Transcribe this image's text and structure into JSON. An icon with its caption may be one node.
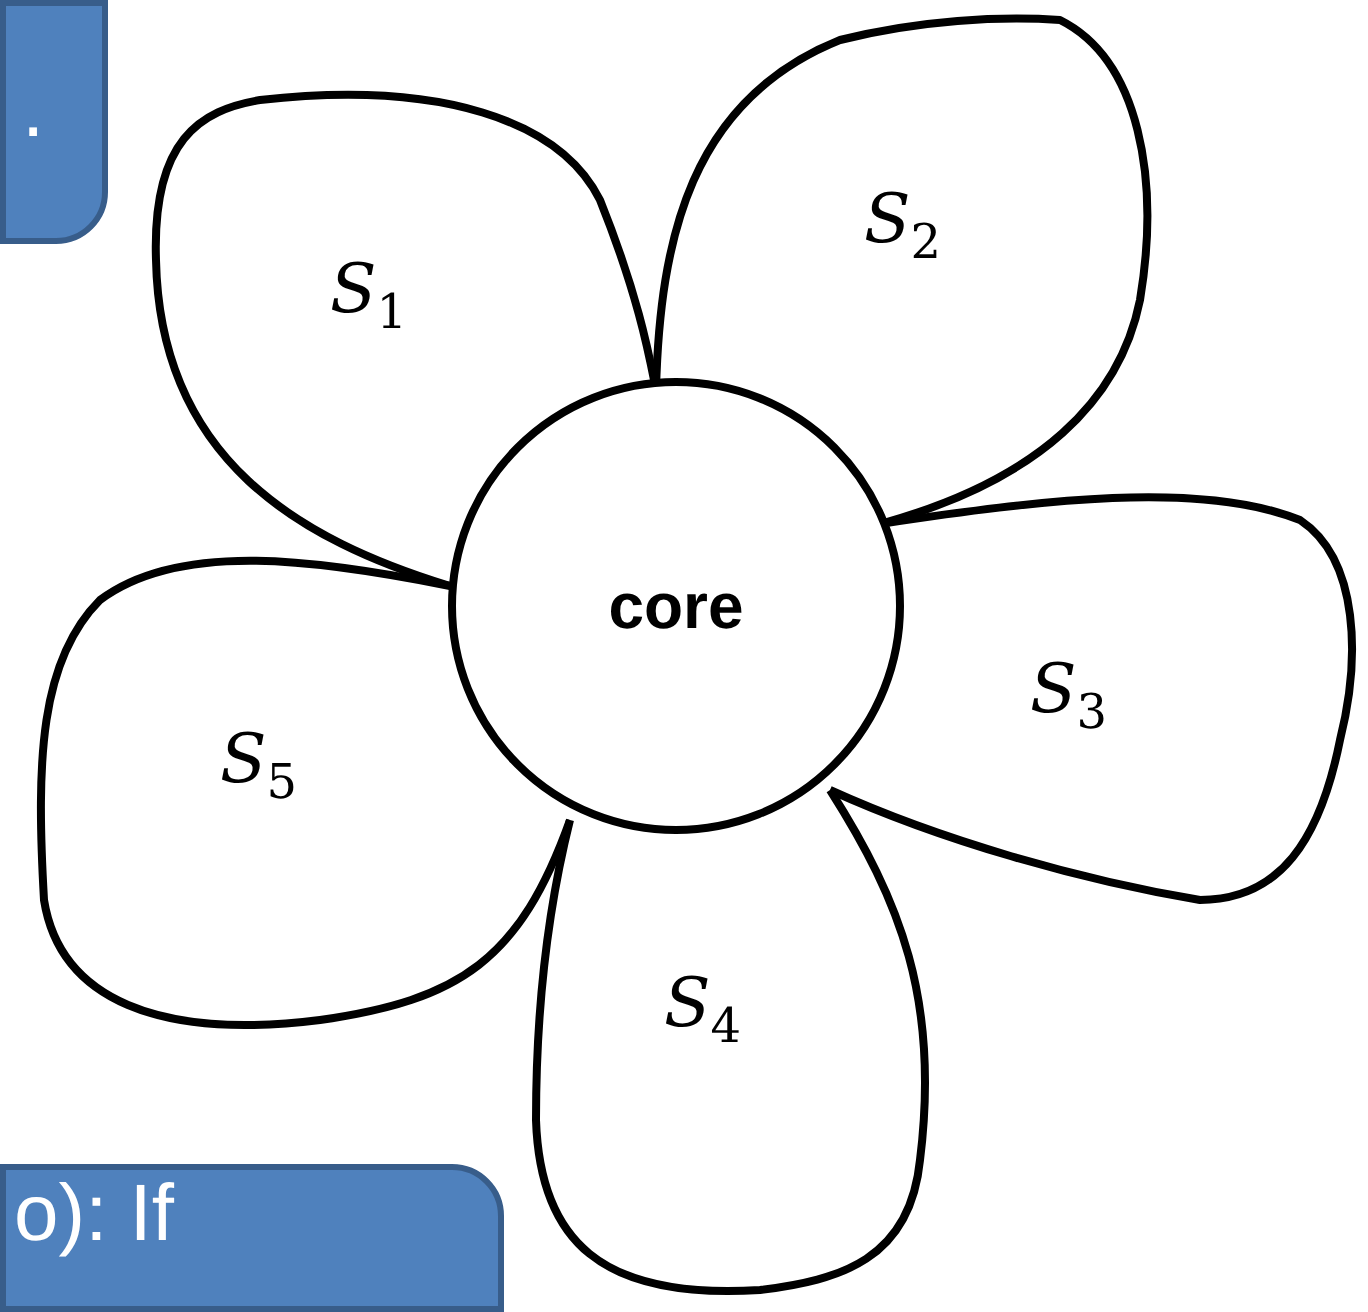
{
  "diagram": {
    "nodes": [
      {
        "text": [
          "."
        ]
      },
      {
        "text": [
          "*S*$_{1}$"
        ]
      },
      {
        "text": [
          "*S*$_{2}$"
        ]
      },
      {
        "text": [
          "core"
        ]
      },
      {
        "text": [
          "*S*$_{3}$"
        ]
      },
      {
        "text": [
          "*S*$_{5}$"
        ]
      },
      {
        "text": [
          "*S*$_{4}$"
        ]
      },
      {
        "text": [
          "o): If"
        ]
      }
    ]
  }
}
